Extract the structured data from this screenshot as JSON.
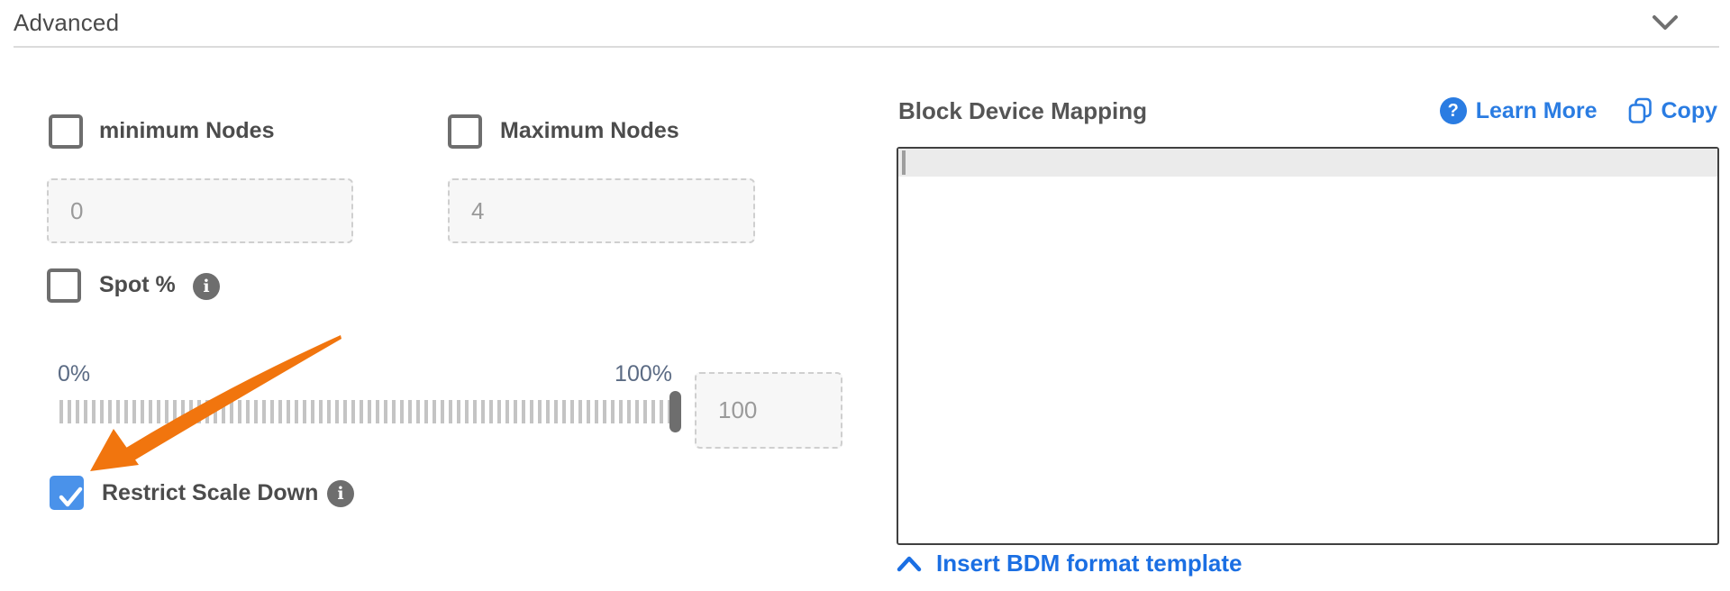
{
  "header": {
    "title": "Advanced",
    "collapse_icon": "chevron-down"
  },
  "left_panel": {
    "min_nodes": {
      "label": "minimum Nodes",
      "checked": false,
      "value": "0"
    },
    "max_nodes": {
      "label": "Maximum Nodes",
      "checked": false,
      "value": "4"
    },
    "spot": {
      "label": "Spot %",
      "checked": false,
      "info_icon": "info"
    },
    "slider": {
      "min_label": "0%",
      "max_label": "100%",
      "value": "100",
      "position_percent": 100
    },
    "restrict_scale_down": {
      "label": "Restrict Scale Down",
      "checked": true,
      "info_icon": "info"
    },
    "annotation": {
      "type": "arrow",
      "points_at": "restrict-scale-down-checkbox",
      "color": "#f1750e"
    }
  },
  "right_panel": {
    "heading": "Block Device Mapping",
    "learn_more_label": "Learn More",
    "copy_label": "Copy",
    "editor_content": "",
    "insert_template_label": "Insert BDM format template"
  },
  "colors": {
    "accent_blue": "#2a7ce2",
    "link_blue": "#1b6fe3",
    "checked_checkbox_blue": "#4a92ea",
    "arrow_orange": "#f1750e",
    "slider_label_gray_blue": "#5b6b84",
    "label_gray": "#4c4c4c",
    "input_bg": "#f7f7f7",
    "editor_border": "#404040",
    "active_line_bg": "#ebebeb"
  }
}
